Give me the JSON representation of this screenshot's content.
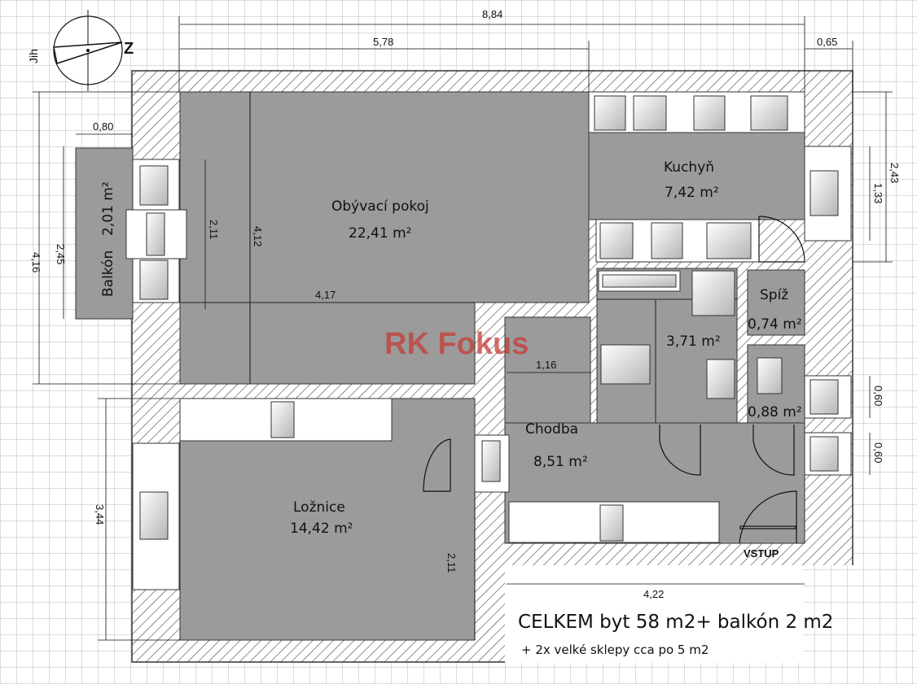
{
  "compass": {
    "south_label": "Jih",
    "north_label": "Z"
  },
  "watermark": {
    "text": "RK Fokus"
  },
  "rooms": {
    "living": {
      "name": "Obývací pokoj",
      "area": "22,41 m²"
    },
    "kitchen": {
      "name": "Kuchyň",
      "area": "7,42 m²"
    },
    "balcony": {
      "name": "Balkón",
      "area": "2,01 m²"
    },
    "bedroom": {
      "name": "Ložnice",
      "area": "14,42 m²"
    },
    "hall": {
      "name": "Chodba",
      "area": "8,51 m²"
    },
    "bath": {
      "area": "3,71 m²"
    },
    "pantry": {
      "name": "Spíž",
      "area": "0,74 m²"
    },
    "wc": {
      "area": "0,88 m²"
    }
  },
  "entrance": {
    "label": "VSTUP"
  },
  "dimensions": {
    "total_width": "8,84",
    "living_width": "5,78",
    "right_wall": "0,65",
    "balcony_width": "0,80",
    "left_height": "4,16",
    "balcony_height": "2,45",
    "window_height": "2,11",
    "living_depth": "4,12",
    "living_lower_width": "4,17",
    "hall_width": "1,16",
    "kitchen_right_height": "2,43",
    "kitchen_window": "1,33",
    "wc_window": "0,60",
    "hall_window": "0,60",
    "bedroom_height": "3,44",
    "bedroom_right_height": "2,11",
    "hall_bottom_width": "4,22"
  },
  "summary": {
    "line1": "CELKEM byt 58 m2+ balkón 2 m2",
    "line2": "+ 2x velké sklepy cca po 5 m2"
  }
}
